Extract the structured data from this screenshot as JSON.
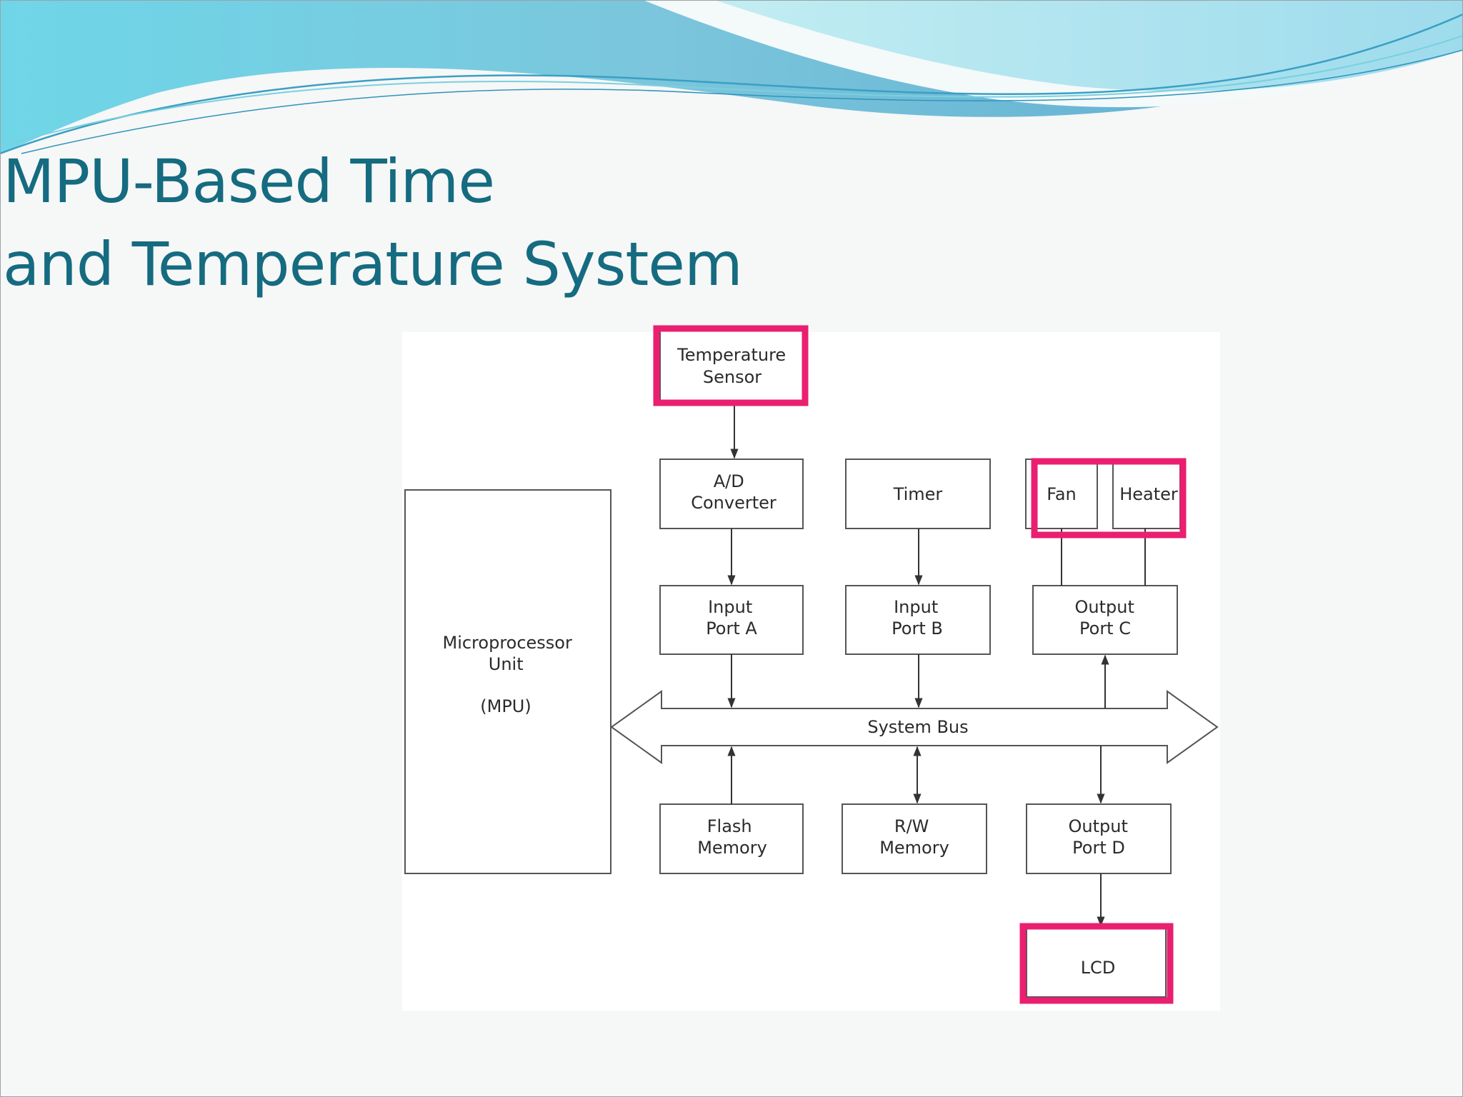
{
  "slide": {
    "title_line1": "MPU-Based Time",
    "title_line2": "and Temperature System"
  },
  "colors": {
    "title": "#156b80",
    "highlight": "#ea1f6f",
    "block_border": "#555555",
    "block_text": "#2b2b2b",
    "wave_dark": "#5ab3d3",
    "wave_light": "#7fd9e6"
  },
  "diagram": {
    "blocks": {
      "temperature_sensor": [
        "Temperature",
        "Sensor"
      ],
      "ad_converter": [
        "A/D",
        "Converter"
      ],
      "timer": [
        "Timer"
      ],
      "fan": [
        "Fan"
      ],
      "heater": [
        "Heater"
      ],
      "input_port_a": [
        "Input",
        "Port A"
      ],
      "input_port_b": [
        "Input",
        "Port B"
      ],
      "output_port_c": [
        "Output",
        "Port C"
      ],
      "mpu": [
        "Microprocessor",
        "Unit",
        "",
        "(MPU)"
      ],
      "flash_memory": [
        "Flash",
        "Memory"
      ],
      "rw_memory": [
        "R/W",
        "Memory"
      ],
      "output_port_d": [
        "Output",
        "Port D"
      ],
      "lcd": [
        "LCD"
      ]
    },
    "bus_label": "System Bus",
    "highlighted": [
      "temperature_sensor",
      "fan_heater",
      "lcd"
    ]
  }
}
